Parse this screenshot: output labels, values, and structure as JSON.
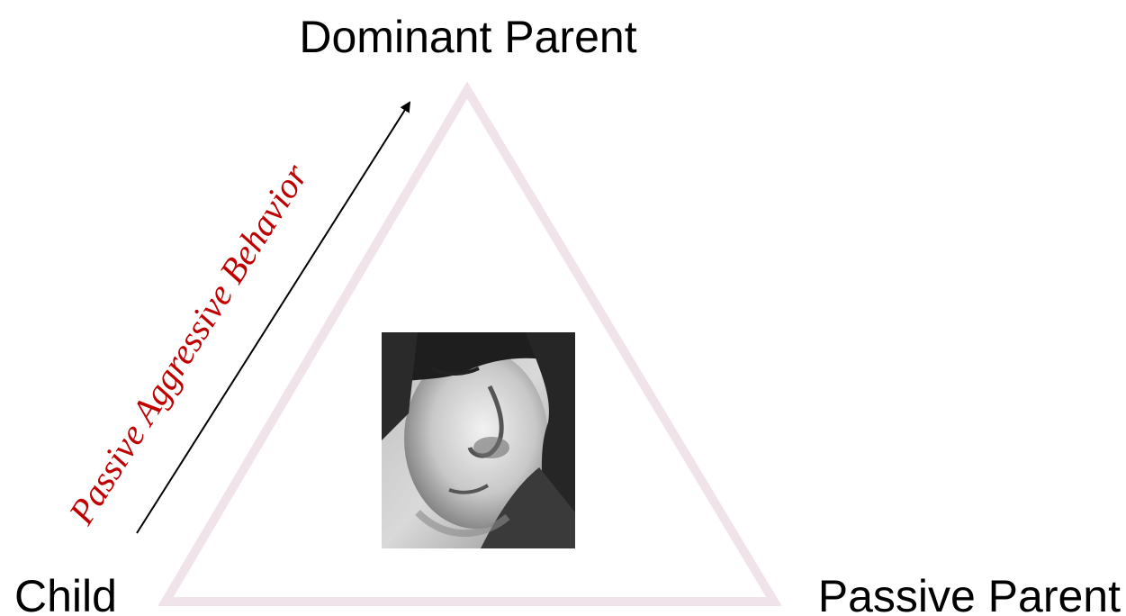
{
  "nodes": {
    "top": "Dominant Parent",
    "bottom_left": "Child",
    "bottom_right": "Passive Parent"
  },
  "arrow": {
    "label": "Passive Aggressive Behavior"
  },
  "colors": {
    "triangle": "#f1e3ea",
    "arrow_label": "#c00000",
    "arrow": "#000000"
  },
  "image": {
    "description_icon": "grayscale-portrait-photo"
  }
}
